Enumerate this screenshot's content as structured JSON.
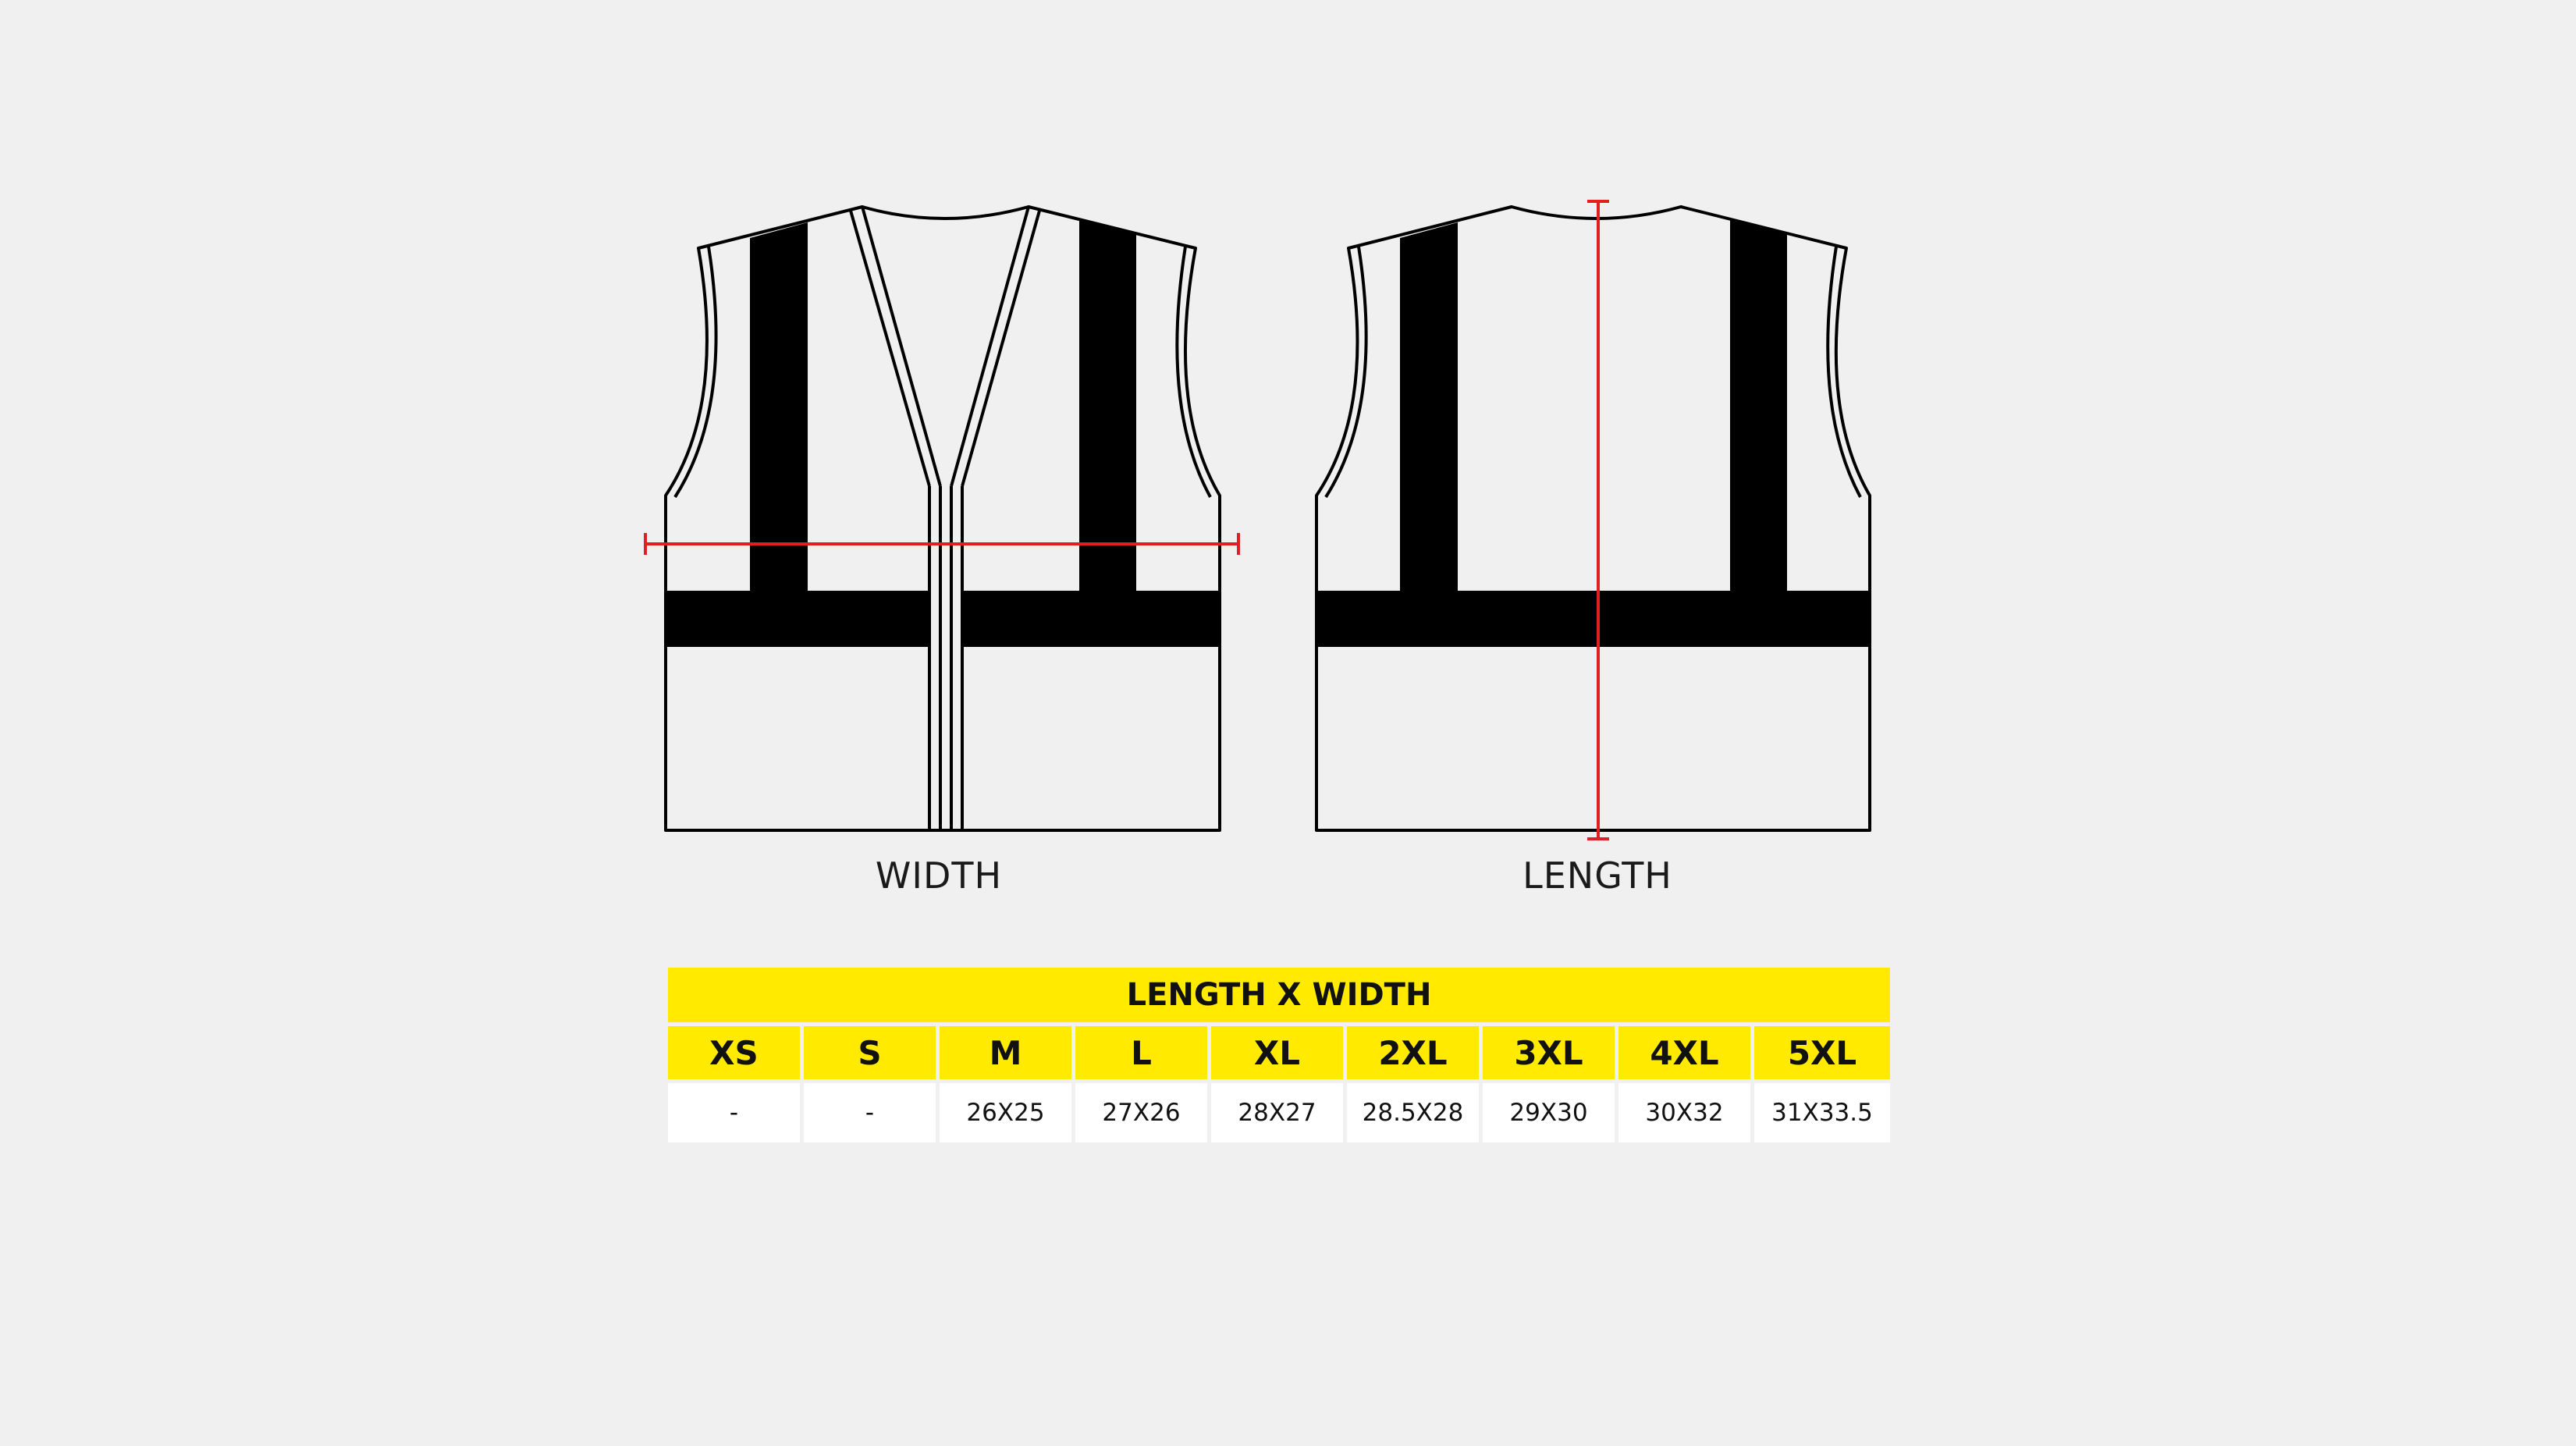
{
  "diagram": {
    "front_label": "WIDTH",
    "back_label": "LENGTH",
    "colors": {
      "outline": "#000000",
      "measure_line": "#e02020",
      "body_fill": "#f0f0f0",
      "table_header_fill": "#ffea00",
      "table_value_fill": "#ffffff"
    }
  },
  "size_table": {
    "title": "LENGTH X WIDTH",
    "sizes": [
      "XS",
      "S",
      "M",
      "L",
      "XL",
      "2XL",
      "3XL",
      "4XL",
      "5XL"
    ],
    "values": [
      "-",
      "-",
      "26X25",
      "27X26",
      "28X27",
      "28.5X28",
      "29X30",
      "30X32",
      "31X33.5"
    ]
  }
}
